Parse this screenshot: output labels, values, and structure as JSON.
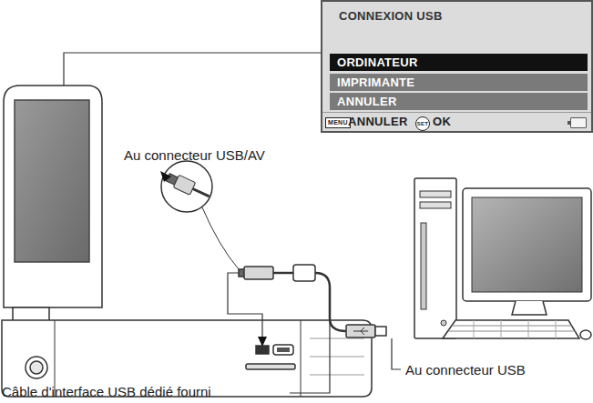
{
  "diagram": {
    "nodes": [
      {
        "text": [
          "CONNEXION USB"
        ]
      },
      {
        "text": [
          "ORDINATEUR"
        ],
        "in": 0
      },
      {
        "text": [
          "IMPRIMANTE"
        ],
        "in": 0
      },
      {
        "text": [
          "ANNULER"
        ],
        "in": 0
      }
    ],
    "labels": [
      "MENU",
      "ANNULER",
      "SET",
      "OK",
      "Au connecteur USB/AV",
      "Au connecteur USB",
      "Câble d'interface USB dédié fourni"
    ]
  }
}
